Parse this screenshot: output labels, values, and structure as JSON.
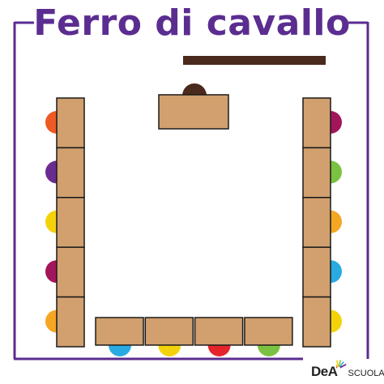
{
  "title": "Ferro di cavallo",
  "colors": {
    "frame": "#5b2d90",
    "desk_fill": "#d1a06e",
    "desk_stroke": "#1a1a1a",
    "board": "#4a2a1c",
    "teacher": "#4a2a1c"
  },
  "left_column_students": [
    "#ee5a24",
    "#6a2c91",
    "#f4d20b",
    "#a3155b",
    "#f5a623"
  ],
  "right_column_students": [
    "#a3155b",
    "#7cc242",
    "#f5a623",
    "#29aae1",
    "#f4d20b"
  ],
  "bottom_row_students": [
    "#29aae1",
    "#f4d20b",
    "#e4242a",
    "#7cc242"
  ],
  "logo": {
    "mark": "DeA",
    "word": "SCUOLA",
    "burst_colors": [
      "#e4242a",
      "#f5a623",
      "#f4d20b",
      "#7cc242",
      "#29aae1",
      "#6a2c91"
    ]
  }
}
